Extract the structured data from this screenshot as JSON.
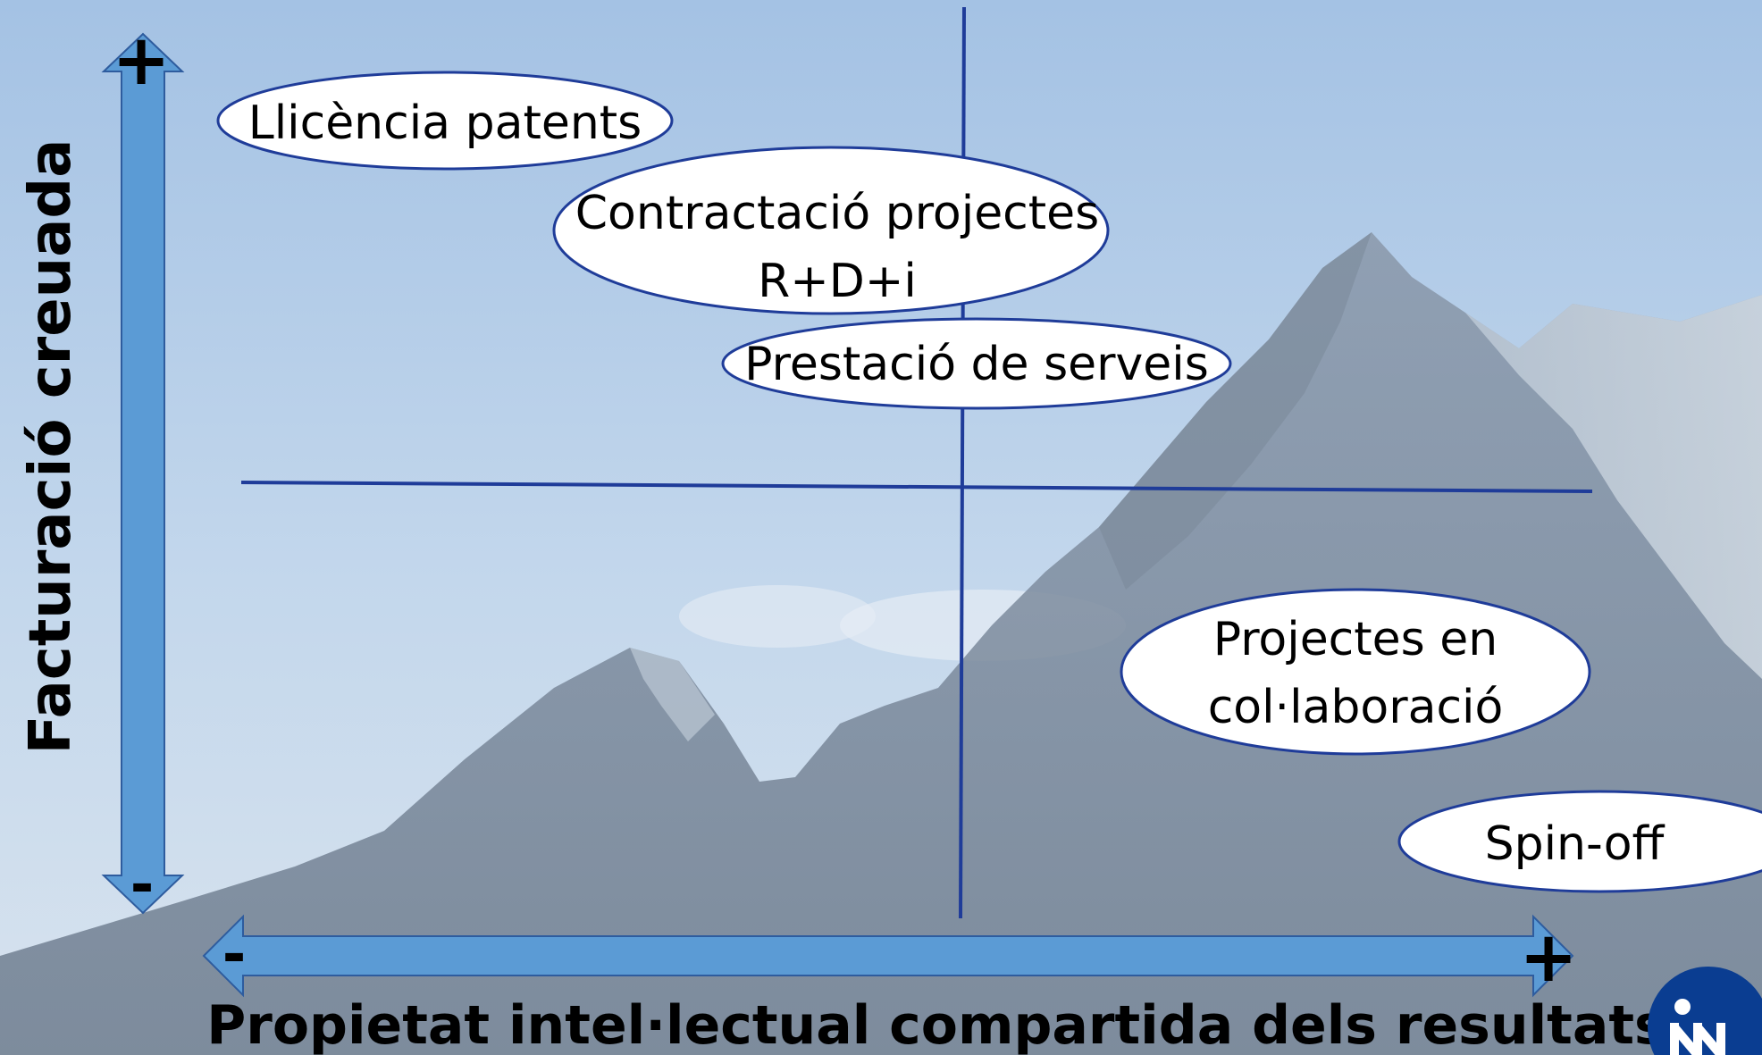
{
  "axes": {
    "y_label": "Facturació creuada",
    "y_plus": "+",
    "y_minus": "-",
    "x_label": "Propietat intel·lectual compartida dels resultats",
    "x_minus": "-",
    "x_plus": "+"
  },
  "items": [
    {
      "id": "llicencia",
      "lines": [
        "Llicència patents"
      ]
    },
    {
      "id": "contractacio",
      "lines": [
        "Contractació projectes",
        "R+D+i"
      ]
    },
    {
      "id": "prestacio",
      "lines": [
        "Prestació de serveis"
      ]
    },
    {
      "id": "projectes",
      "lines": [
        "Projectes en",
        "col·laboració"
      ]
    },
    {
      "id": "spinoff",
      "lines": [
        "Spin-off"
      ]
    }
  ],
  "colors": {
    "arrow_fill": "#5b9bd5",
    "arrow_stroke": "#2e5c9e",
    "quadrant_line": "#1f3c99",
    "ellipse_stroke": "#1f3c99",
    "sky_top": "#a9c6e6",
    "mountain": "#6e7f93",
    "logo": "#0a3d91"
  }
}
